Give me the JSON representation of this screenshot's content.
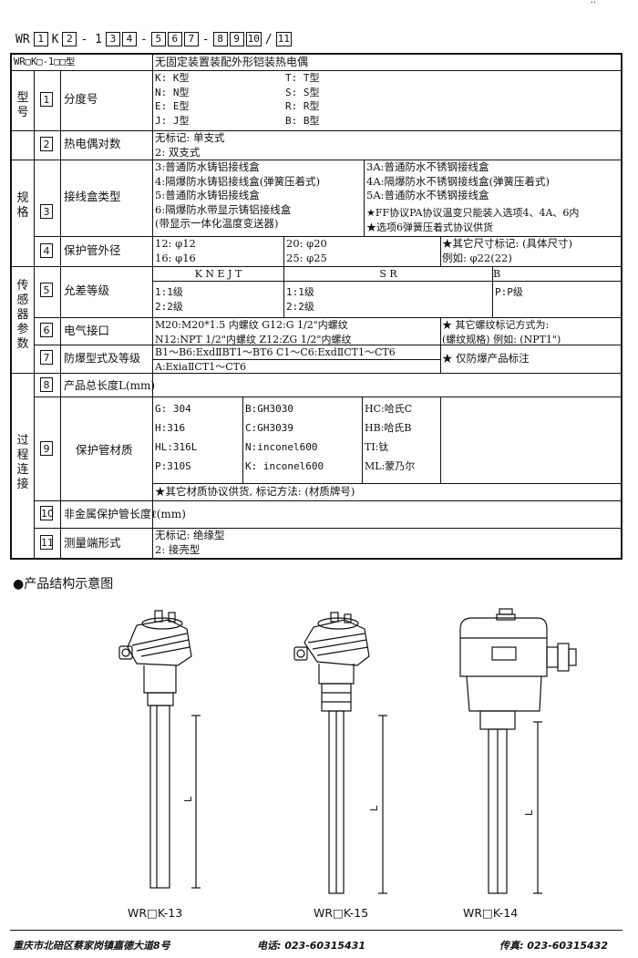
{
  "corner_mark": "··",
  "model_code": {
    "prefix": "WR",
    "parts": [
      {
        "box": "1"
      },
      {
        "text": "K"
      },
      {
        "box": "2"
      },
      {
        "text": "- 1"
      },
      {
        "box": "3"
      },
      {
        "box": "4"
      },
      {
        "text": "-"
      },
      {
        "box": "5"
      },
      {
        "box": "6"
      },
      {
        "box": "7"
      },
      {
        "text": "-"
      },
      {
        "box": "8"
      },
      {
        "box": "9"
      },
      {
        "box": "10"
      },
      {
        "text": "/"
      },
      {
        "box": "11"
      }
    ]
  },
  "table": {
    "header_model": "WR□K□-1□□型",
    "header_title": "无固定装置装配外形铠装热电偶",
    "groups": {
      "type": "型\n号",
      "spec": "规\n格",
      "sensor": "传\n感\n器\n参\n数",
      "process": "过\n程\n连\n接"
    },
    "row1": {
      "num": "1",
      "label": "分度号",
      "left": [
        "K:     K型",
        "N:     N型",
        "E:     E型",
        "J:     J型"
      ],
      "right": [
        "T:              T型",
        "S:              S型",
        "R:              R型",
        "B:              B型"
      ]
    },
    "row2": {
      "num": "2",
      "label": "热电偶对数",
      "lines": [
        "无标记:  单支式",
        "2:  双支式"
      ]
    },
    "row3": {
      "num": "3",
      "label": "接线盒类型",
      "left": [
        "3:普通防水铸铝接线盒",
        "4:隔爆防水铸铝接线盒(弹簧压着式)",
        "5:普通防水铸铝接线盒",
        "6:隔爆防水带显示铸铝接线盒",
        "  (带显示一体化温度变送器)"
      ],
      "right": [
        "3A:普通防水不锈钢接线盒",
        "4A:隔爆防水不锈钢接线盒(弹簧压着式)",
        "5A:普通防水不锈钢接线盒"
      ],
      "note": [
        "★FF协议PA协议温变只能装入选项4、4A、6内",
        "★选项6弹簧压着式协议供货"
      ]
    },
    "row4": {
      "num": "4",
      "label": "保护管外径",
      "col1": [
        "12:  φ12",
        "16:  φ16"
      ],
      "col2": [
        "20:  φ20",
        "25:  φ25"
      ],
      "note": [
        "★其它尺寸标记:  (具体尺寸)",
        "  例如:  φ22(22)"
      ]
    },
    "row5": {
      "num": "5",
      "label": "允差等级",
      "head": [
        "K  N  E  J  T",
        "S    R",
        "B"
      ],
      "col1": [
        "1:1级",
        "2:2级"
      ],
      "col2": [
        "1:1级",
        "2:2级"
      ],
      "col3": [
        "P:P级"
      ]
    },
    "row6": {
      "num": "6",
      "label": "电气接口",
      "lines": [
        "M20:M20*1.5 内螺纹   G12:G 1/2\"内螺纹",
        "N12:NPT 1/2\"内螺纹   Z12:ZG 1/2\"内螺纹"
      ],
      "note": [
        "★ 其它螺纹标记方式为:",
        "  (螺纹规格) 例如: (NPT1\")"
      ]
    },
    "row7": {
      "num": "7",
      "label": "防爆型式及等级",
      "lines": [
        "B1～B6:ExdⅡBT1～BT6  C1～C6:ExdⅡCT1～CT6",
        "A:ExiaⅡCT1～CT6"
      ],
      "note": "★ 仅防爆产品标注"
    },
    "row8": {
      "num": "8",
      "label": "产品总长度L(mm)"
    },
    "row9": {
      "num": "9",
      "label": "保护管材质",
      "col1": [
        "G: 304",
        "H:316",
        "HL:316L",
        "P:310S"
      ],
      "col2": [
        "B:GH3030",
        "C:GH3039",
        "N:inconel600",
        "K: inconel600"
      ],
      "col3": [
        "HC:哈氏C",
        "HB:哈氏B",
        "TI:钛",
        "ML:蒙乃尔"
      ],
      "note": "★其它材质协议供货, 标记方法: (材质牌号)"
    },
    "row10": {
      "num": "10",
      "label": "非金属保护管长度ℓ(mm)"
    },
    "row11": {
      "num": "11",
      "label": "测量端形式",
      "lines": [
        "无标记: 绝缘型",
        "2:  接壳型"
      ]
    }
  },
  "section_title": "●产品结构示意图",
  "diagrams": [
    {
      "caption": "WR□K-13",
      "dim": "L"
    },
    {
      "caption": "WR□K-15",
      "dim": "L"
    },
    {
      "caption": "WR□K-14",
      "dim": "L"
    }
  ],
  "footer": {
    "address": "重庆市北碚区蔡家岗镇嘉德大道8号",
    "phone": "电话: 023-60315431",
    "fax": "传真: 023-60315432"
  }
}
